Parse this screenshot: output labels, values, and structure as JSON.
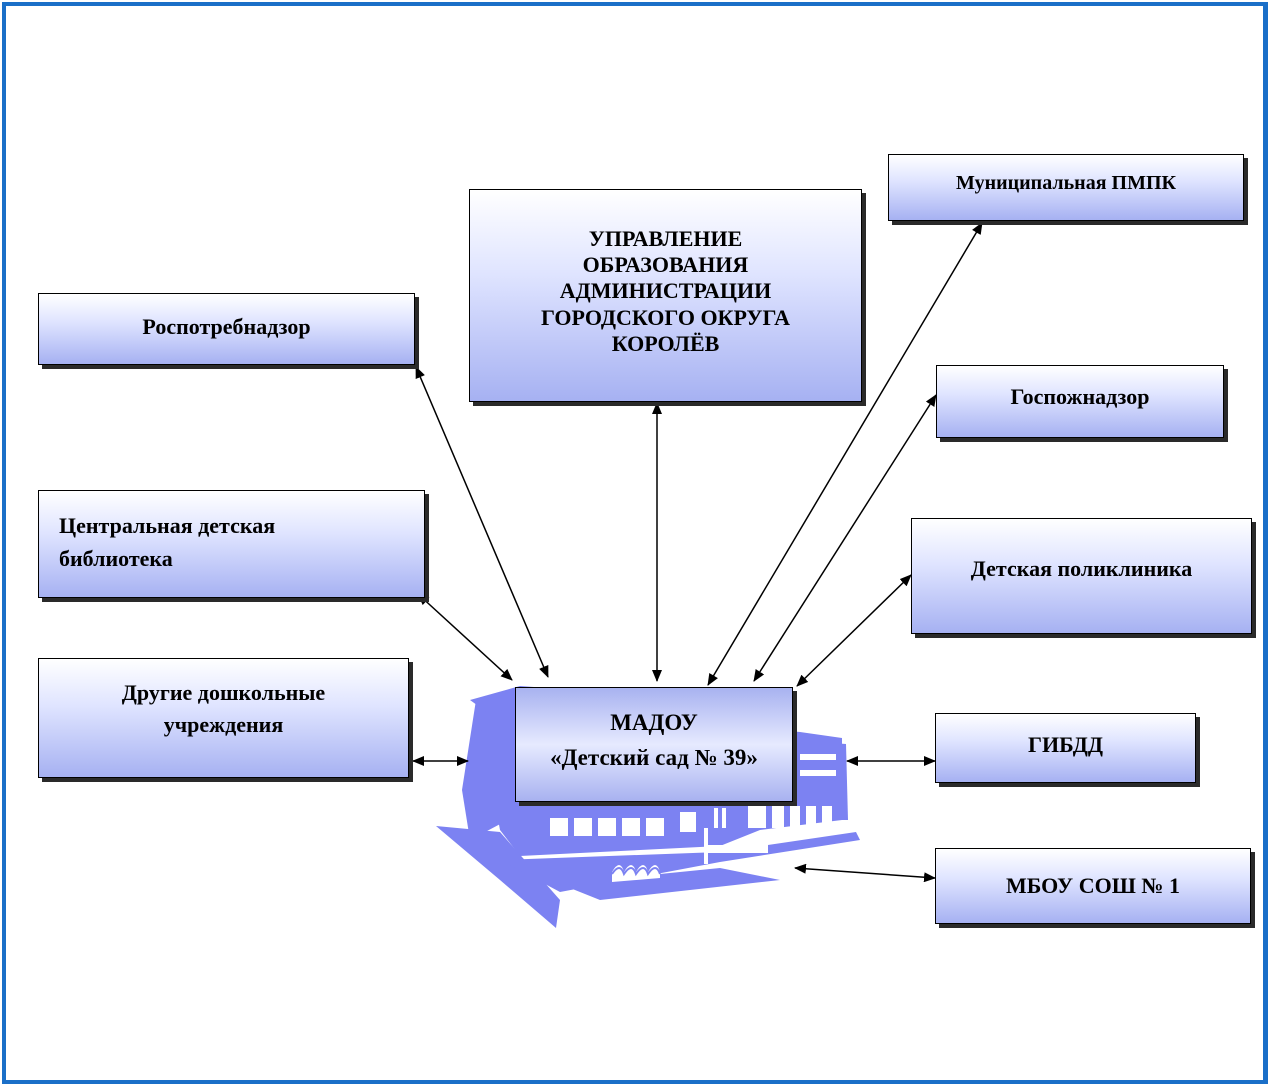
{
  "nodes": {
    "upravlenie": [
      "УПРАВЛЕНИЕ",
      "ОБРАЗОВАНИЯ",
      "АДМИНИСТРАЦИИ",
      "ГОРОДСКОГО ОКРУГА",
      "КОРОЛЁВ"
    ],
    "pmpk": "Муниципальная ПМПК",
    "rospotreb": "Роспотребнадзор",
    "gospozh": "Госпожнадзор",
    "biblioteka": [
      "Центральная детская",
      "библиотека"
    ],
    "poliklinika": "Детская поликлиника",
    "doshkolnye": [
      "Другие дошкольные",
      "учреждения"
    ],
    "madou": [
      "МАДОУ",
      "«Детский сад № 39»"
    ],
    "gibdd": "ГИБДД",
    "mbou": "МБОУ СОШ № 1"
  },
  "colors": {
    "frame": "#1a6fc8",
    "building": "#7c82f2",
    "box_gradient_end": "#a6b1f2"
  },
  "icons": {
    "building": "kindergarten-building-icon"
  }
}
